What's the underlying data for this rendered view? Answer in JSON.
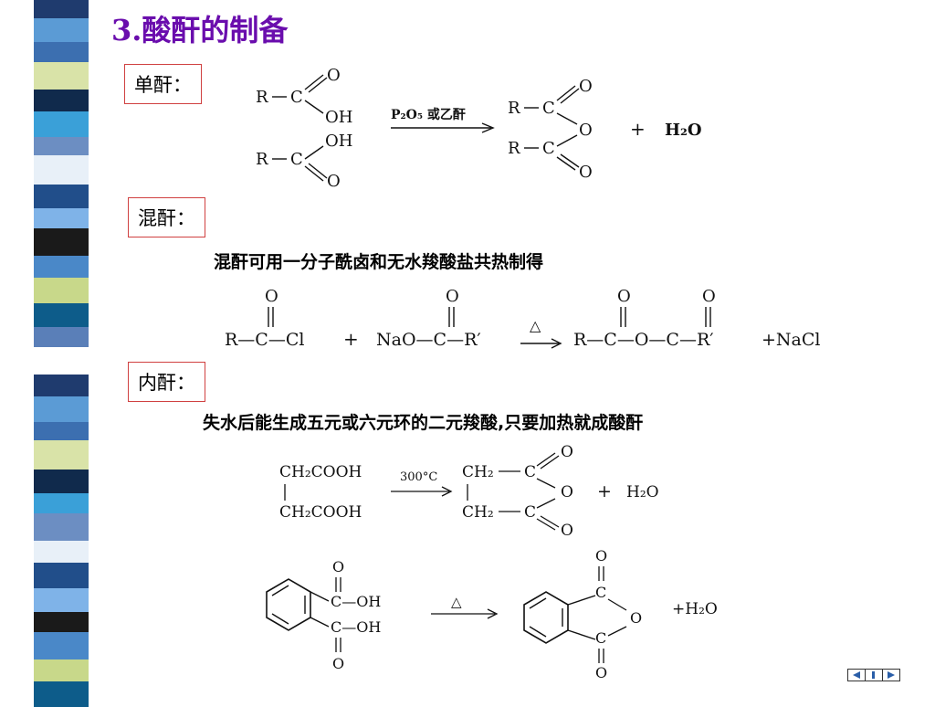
{
  "title": "3.酸酐的制备",
  "sections": {
    "simple": {
      "label": "单酐：",
      "reagent_condition": "P₂O₅ 或乙酐",
      "reactant": {
        "R": "R",
        "C": "C",
        "O": "O",
        "OH": "OH"
      },
      "product_plus": "+",
      "product_water": "H₂O"
    },
    "mixed": {
      "label": "混酐：",
      "note": "混酐可用一分子酰卤和无水羧酸盐共热制得",
      "equation": {
        "reactant1": "R—C—Cl",
        "plus1": "+",
        "reactant2": "NaO—C—R′",
        "condition": "△",
        "product": "R—C—O—C—R′",
        "byproduct": "+NaCl"
      }
    },
    "inner": {
      "label": "内酐：",
      "note": "失水后能生成五元或六元环的二元羧酸,只要加热就成酸酐",
      "eq1": {
        "top": "CH₂COOH",
        "bottom": "CH₂COOH",
        "condition": "300°C",
        "ptop": "CH₂",
        "pbottom": "CH₂",
        "plus": "+",
        "water": "H₂O"
      },
      "eq2": {
        "oh1": "C—OH",
        "oh2": "C—OH",
        "condition": "△",
        "water": "+H₂O"
      }
    }
  },
  "colors": {
    "title": "#6a0dad",
    "label_border": "#d04040",
    "stripes": [
      "#1f3b6e",
      "#5b9bd5",
      "#3c6fb0",
      "#d9e3a8",
      "#102a4c",
      "#3aa0d8",
      "#6c8ec2",
      "#e8f0f8",
      "#214e8a",
      "#7fb3e8",
      "#1a1a1a",
      "#4a88c8",
      "#c8d88a",
      "#0d5c8a",
      "#5a7fb8",
      "#ffffff"
    ]
  },
  "nav": {
    "prev": "◄",
    "next": "►"
  }
}
